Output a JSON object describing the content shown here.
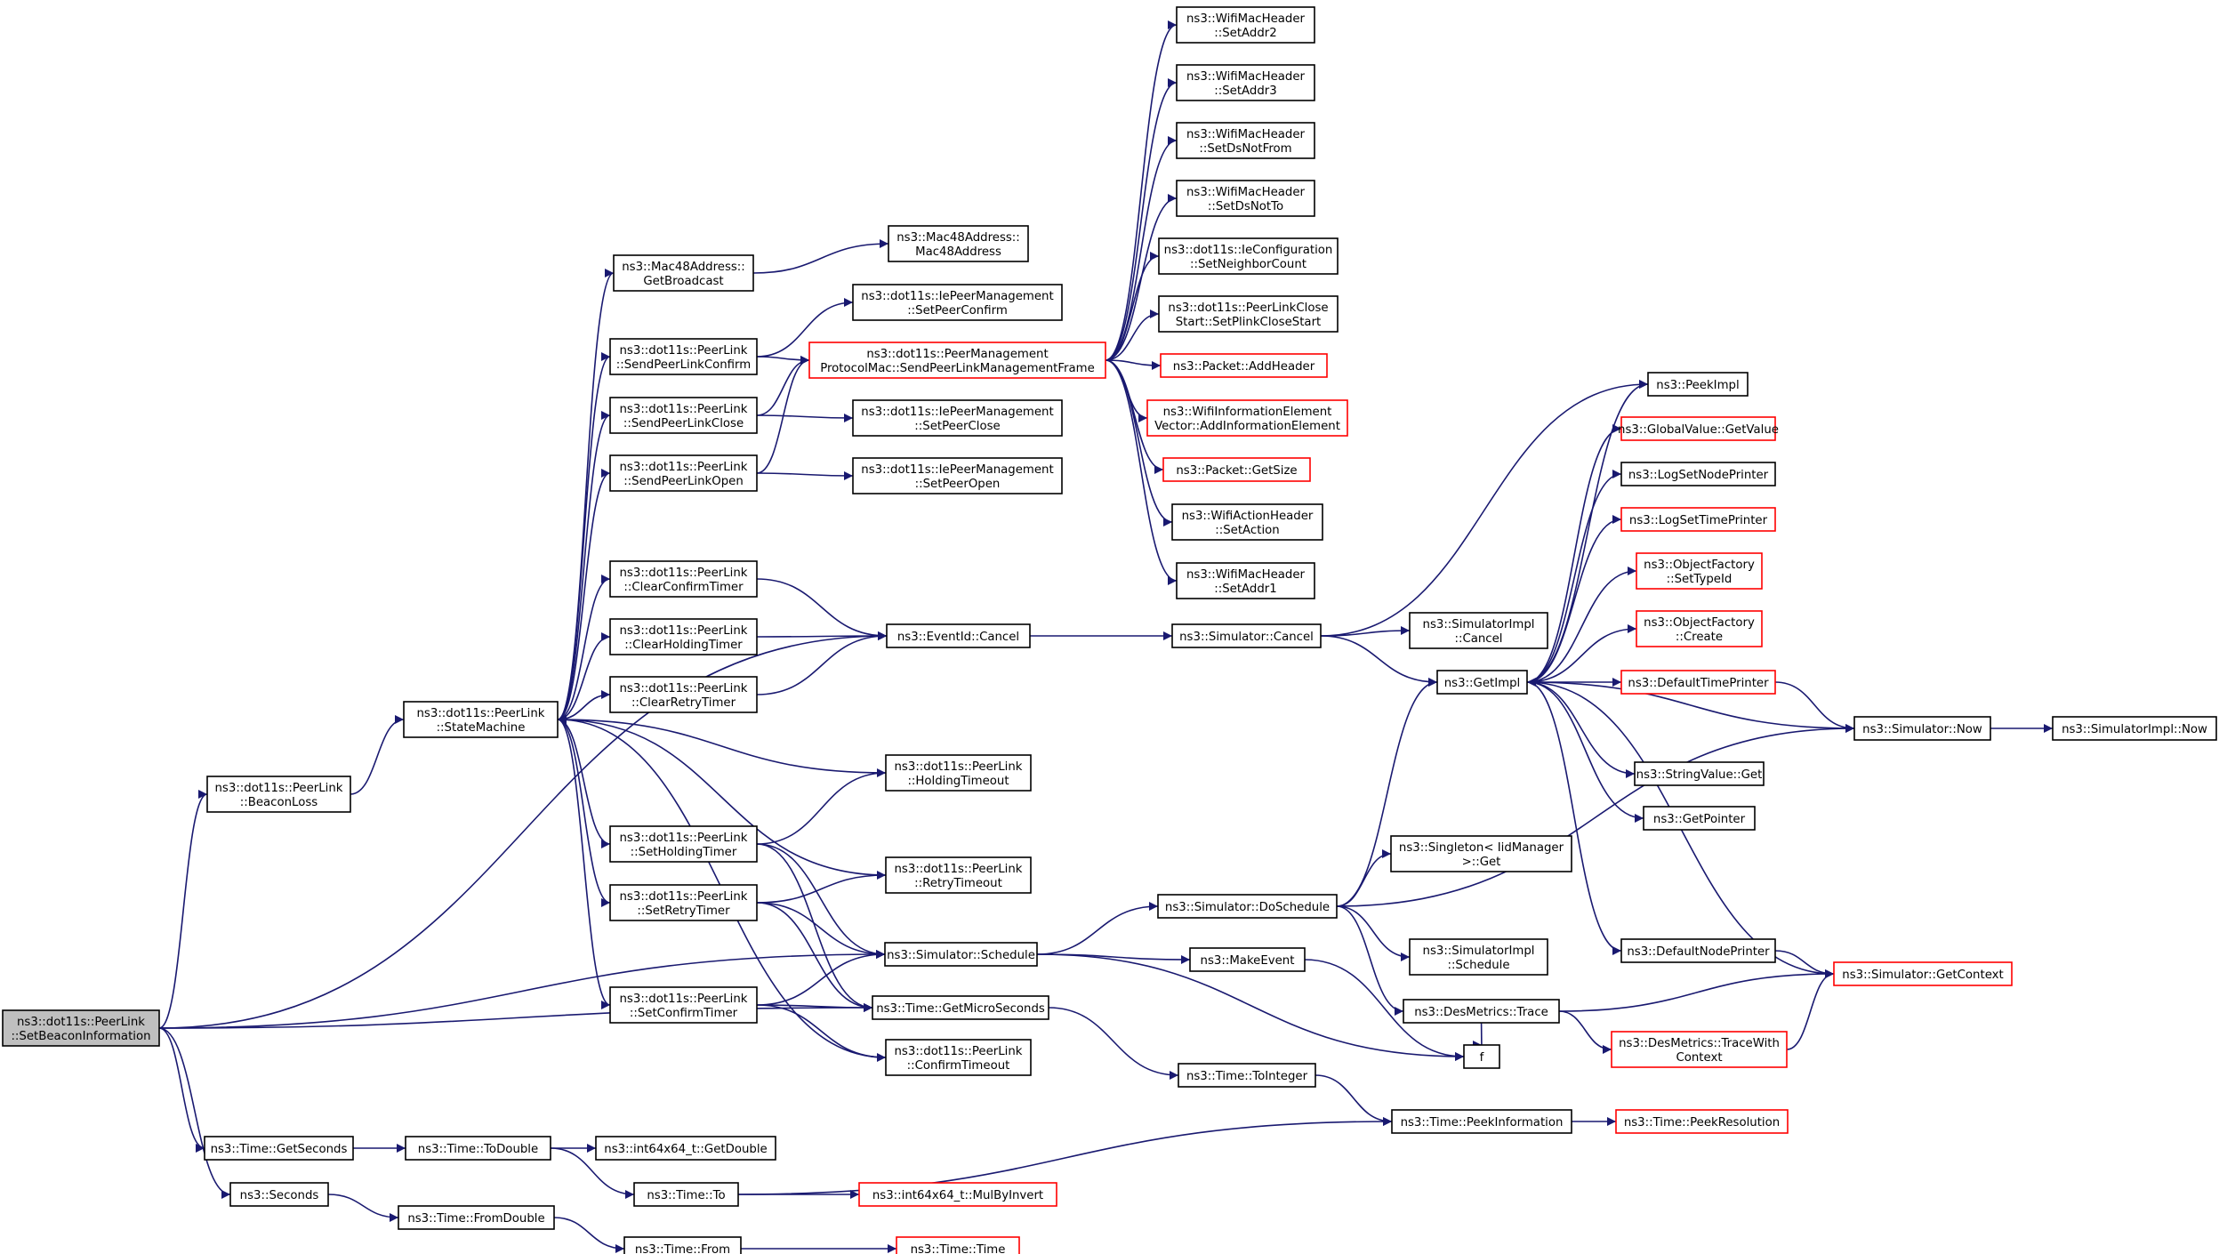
{
  "colors": {
    "edge": "#191970",
    "box_border": "#000000",
    "box_border_truncated": "#ff0000",
    "root_fill": "#bfbfbf"
  },
  "nodes": {
    "n_setbeacon": {
      "lines": [
        "ns3::dot11s::PeerLink",
        "::SetBeaconInformation"
      ],
      "root": true
    },
    "n_beaconloss": {
      "lines": [
        "ns3::dot11s::PeerLink",
        "::BeaconLoss"
      ]
    },
    "n_statemachine": {
      "lines": [
        "ns3::dot11s::PeerLink",
        "::StateMachine"
      ]
    },
    "n_getbroadcast": {
      "lines": [
        "ns3::Mac48Address::",
        "GetBroadcast"
      ]
    },
    "n_mac48address": {
      "lines": [
        "ns3::Mac48Address::",
        "Mac48Address"
      ]
    },
    "n_sendconfirm": {
      "lines": [
        "ns3::dot11s::PeerLink",
        "::SendPeerLinkConfirm"
      ]
    },
    "n_sendclose": {
      "lines": [
        "ns3::dot11s::PeerLink",
        "::SendPeerLinkClose"
      ]
    },
    "n_sendopen": {
      "lines": [
        "ns3::dot11s::PeerLink",
        "::SendPeerLinkOpen"
      ]
    },
    "n_setpeerconfirm": {
      "lines": [
        "ns3::dot11s::IePeerManagement",
        "::SetPeerConfirm"
      ]
    },
    "n_setpeerclose": {
      "lines": [
        "ns3::dot11s::IePeerManagement",
        "::SetPeerClose"
      ]
    },
    "n_setpeeropen": {
      "lines": [
        "ns3::dot11s::IePeerManagement",
        "::SetPeerOpen"
      ]
    },
    "n_sendmgmtframe": {
      "lines": [
        "ns3::dot11s::PeerManagement",
        "ProtocolMac::SendPeerLinkManagementFrame"
      ],
      "red": true
    },
    "n_setaddr2": {
      "lines": [
        "ns3::WifiMacHeader",
        "::SetAddr2"
      ]
    },
    "n_setaddr3": {
      "lines": [
        "ns3::WifiMacHeader",
        "::SetAddr3"
      ]
    },
    "n_setdsnotfrom": {
      "lines": [
        "ns3::WifiMacHeader",
        "::SetDsNotFrom"
      ]
    },
    "n_setdsnotto": {
      "lines": [
        "ns3::WifiMacHeader",
        "::SetDsNotTo"
      ]
    },
    "n_setneighborcount": {
      "lines": [
        "ns3::dot11s::IeConfiguration",
        "::SetNeighborCount"
      ]
    },
    "n_setplinkclosestart": {
      "lines": [
        "ns3::dot11s::PeerLinkClose",
        "Start::SetPlinkCloseStart"
      ]
    },
    "n_addheader": {
      "lines": [
        "ns3::Packet::AddHeader"
      ],
      "red": true
    },
    "n_addinfoelem": {
      "lines": [
        "ns3::WifiInformationElement",
        "Vector::AddInformationElement"
      ],
      "red": true
    },
    "n_getsize": {
      "lines": [
        "ns3::Packet::GetSize"
      ],
      "red": true
    },
    "n_setaction": {
      "lines": [
        "ns3::WifiActionHeader",
        "::SetAction"
      ]
    },
    "n_setaddr1": {
      "lines": [
        "ns3::WifiMacHeader",
        "::SetAddr1"
      ]
    },
    "n_clearconfirm": {
      "lines": [
        "ns3::dot11s::PeerLink",
        "::ClearConfirmTimer"
      ]
    },
    "n_clearholding": {
      "lines": [
        "ns3::dot11s::PeerLink",
        "::ClearHoldingTimer"
      ]
    },
    "n_clearretry": {
      "lines": [
        "ns3::dot11s::PeerLink",
        "::ClearRetryTimer"
      ]
    },
    "n_eventcancel": {
      "lines": [
        "ns3::EventId::Cancel"
      ]
    },
    "n_simcancel": {
      "lines": [
        "ns3::Simulator::Cancel"
      ]
    },
    "n_simimplcancel": {
      "lines": [
        "ns3::SimulatorImpl",
        "::Cancel"
      ]
    },
    "n_getimpl": {
      "lines": [
        "ns3::GetImpl"
      ]
    },
    "n_peekimpl": {
      "lines": [
        "ns3::PeekImpl"
      ]
    },
    "n_globalvalue": {
      "lines": [
        "ns3::GlobalValue::GetValue"
      ],
      "red": true
    },
    "n_logsetnode": {
      "lines": [
        "ns3::LogSetNodePrinter"
      ]
    },
    "n_logsettime": {
      "lines": [
        "ns3::LogSetTimePrinter"
      ],
      "red": true
    },
    "n_setTypeId": {
      "lines": [
        "ns3::ObjectFactory",
        "::SetTypeId"
      ],
      "red": true
    },
    "n_ofcreate": {
      "lines": [
        "ns3::ObjectFactory",
        "::Create"
      ],
      "red": true
    },
    "n_deftimeprinter": {
      "lines": [
        "ns3::DefaultTimePrinter"
      ],
      "red": true
    },
    "n_simnow": {
      "lines": [
        "ns3::Simulator::Now"
      ]
    },
    "n_simimplnow": {
      "lines": [
        "ns3::SimulatorImpl::Now"
      ]
    },
    "n_stringvalueget": {
      "lines": [
        "ns3::StringValue::Get"
      ]
    },
    "n_getpointer": {
      "lines": [
        "ns3::GetPointer"
      ]
    },
    "n_holdingtimeout": {
      "lines": [
        "ns3::dot11s::PeerLink",
        "::HoldingTimeout"
      ]
    },
    "n_setholding": {
      "lines": [
        "ns3::dot11s::PeerLink",
        "::SetHoldingTimer"
      ]
    },
    "n_retrytimeout": {
      "lines": [
        "ns3::dot11s::PeerLink",
        "::RetryTimeout"
      ]
    },
    "n_setretry": {
      "lines": [
        "ns3::dot11s::PeerLink",
        "::SetRetryTimer"
      ]
    },
    "n_simschedule": {
      "lines": [
        "ns3::Simulator::Schedule"
      ]
    },
    "n_doschedule": {
      "lines": [
        "ns3::Simulator::DoSchedule"
      ]
    },
    "n_singleton": {
      "lines": [
        "ns3::Singleton< IidManager",
        ">::Get"
      ]
    },
    "n_simimplschedule": {
      "lines": [
        "ns3::SimulatorImpl",
        "::Schedule"
      ]
    },
    "n_makeevent": {
      "lines": [
        "ns3::MakeEvent"
      ]
    },
    "n_setconfirm": {
      "lines": [
        "ns3::dot11s::PeerLink",
        "::SetConfirmTimer"
      ]
    },
    "n_getmicro": {
      "lines": [
        "ns3::Time::GetMicroSeconds"
      ]
    },
    "n_confirmtimeout": {
      "lines": [
        "ns3::dot11s::PeerLink",
        "::ConfirmTimeout"
      ]
    },
    "n_desmetricstrace": {
      "lines": [
        "ns3::DesMetrics::Trace"
      ]
    },
    "n_traceWithContext": {
      "lines": [
        "ns3::DesMetrics::TraceWith",
        "Context"
      ],
      "red": true
    },
    "n_defnodeprinter": {
      "lines": [
        "ns3::DefaultNodePrinter"
      ]
    },
    "n_getcontext": {
      "lines": [
        "ns3::Simulator::GetContext"
      ],
      "red": true
    },
    "n_f": {
      "lines": [
        "f"
      ]
    },
    "n_tointeger": {
      "lines": [
        "ns3::Time::ToInteger"
      ]
    },
    "n_peekinfo": {
      "lines": [
        "ns3::Time::PeekInformation"
      ]
    },
    "n_peekres": {
      "lines": [
        "ns3::Time::PeekResolution"
      ],
      "red": true
    },
    "n_getseconds": {
      "lines": [
        "ns3::Time::GetSeconds"
      ]
    },
    "n_todouble": {
      "lines": [
        "ns3::Time::ToDouble"
      ]
    },
    "n_getdouble": {
      "lines": [
        "ns3::int64x64_t::GetDouble"
      ]
    },
    "n_timeto": {
      "lines": [
        "ns3::Time::To"
      ]
    },
    "n_mulbyinvert": {
      "lines": [
        "ns3::int64x64_t::MulByInvert"
      ],
      "red": true
    },
    "n_seconds": {
      "lines": [
        "ns3::Seconds"
      ]
    },
    "n_fromdouble": {
      "lines": [
        "ns3::Time::FromDouble"
      ]
    },
    "n_timefrom": {
      "lines": [
        "ns3::Time::From"
      ]
    },
    "n_timetime": {
      "lines": [
        "ns3::Time::Time"
      ],
      "red": true
    }
  }
}
